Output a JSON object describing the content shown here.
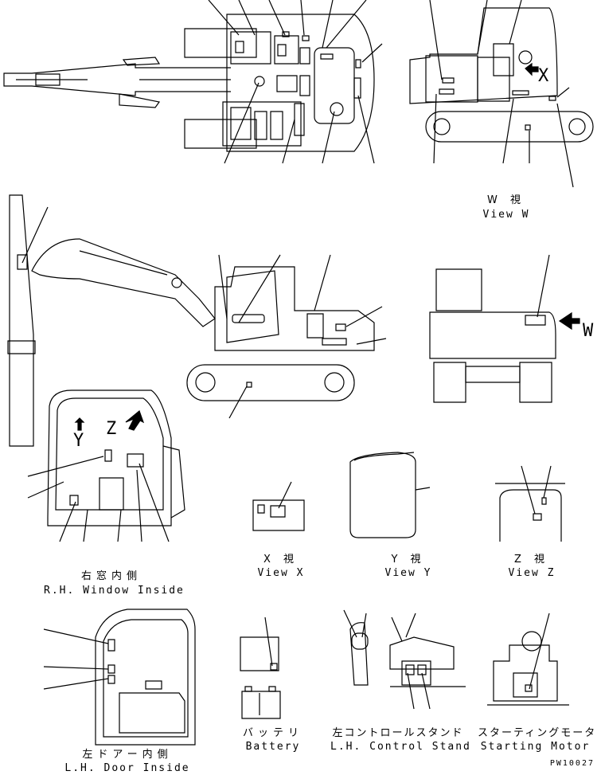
{
  "views": {
    "w": {
      "jp": "W 視",
      "en": "View W",
      "marker": "W"
    },
    "x": {
      "jp": "X 視",
      "en": "View X",
      "marker": "X"
    },
    "y": {
      "jp": "Y 視",
      "en": "View Y",
      "marker": "Y"
    },
    "z": {
      "jp": "Z 視",
      "en": "View Z",
      "marker": "Z"
    }
  },
  "rh_window": {
    "jp": "右窓内側",
    "en": "R.H. Window Inside"
  },
  "lh_door": {
    "jp": "左ドアー内側",
    "en": "L.H. Door Inside"
  },
  "battery": {
    "jp": "バッテリ",
    "en": "Battery"
  },
  "control_stand": {
    "jp": "左コントロールスタンド",
    "en": "L.H. Control Stand"
  },
  "starting_motor": {
    "jp": "スターティングモータ",
    "en": "Starting Motor"
  },
  "drawing_code": "PW10027"
}
